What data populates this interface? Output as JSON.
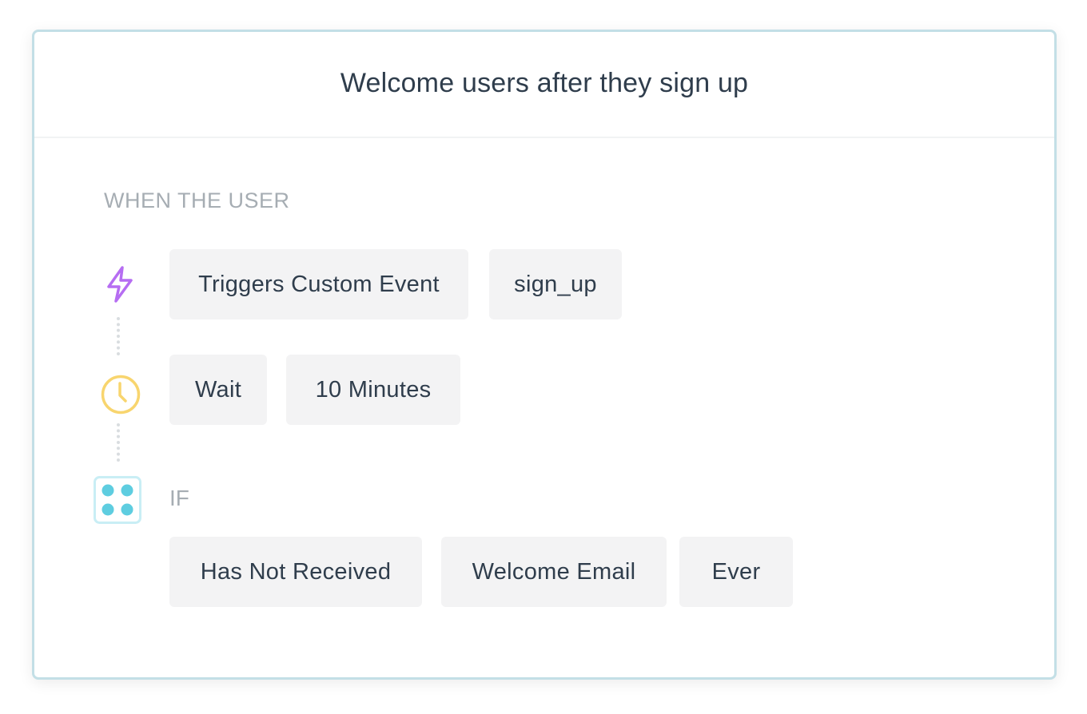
{
  "card": {
    "title": "Welcome users after they sign up",
    "section_label": "WHEN THE USER"
  },
  "steps": {
    "trigger": {
      "icon": "lightning-bolt-icon",
      "action_label": "Triggers Custom Event",
      "event_name": "sign_up"
    },
    "delay": {
      "icon": "clock-icon",
      "action_label": "Wait",
      "duration": "10 Minutes"
    },
    "condition": {
      "icon": "grid-dots-icon",
      "label": "IF",
      "operator": "Has Not Received",
      "message": "Welcome Email",
      "timeframe": "Ever"
    }
  },
  "colors": {
    "card_border": "#c3dfe6",
    "title_text": "#2f3d4c",
    "muted_text": "#a6adb3",
    "pill_background": "#f3f3f4",
    "bolt": "#b66df2",
    "clock": "#f8d56e",
    "grid_dots": "#5ecde0",
    "grid_border": "#c9eef5"
  }
}
